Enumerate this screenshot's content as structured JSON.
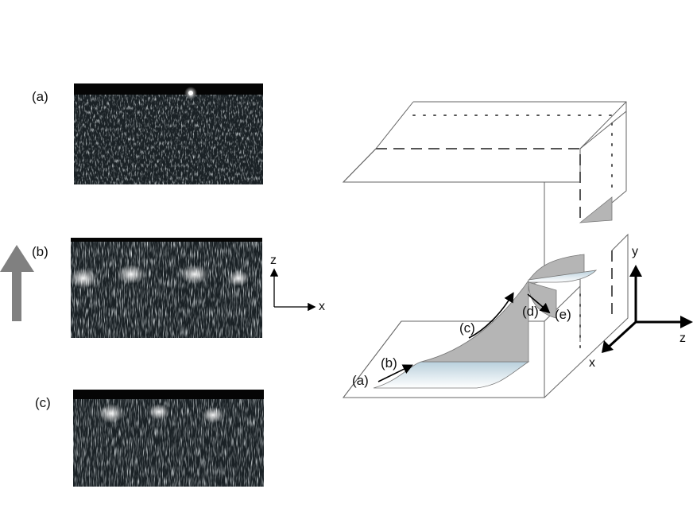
{
  "panels": [
    {
      "label": "(a)"
    },
    {
      "label": "(b)"
    },
    {
      "label": "(c)"
    }
  ],
  "small_axes": {
    "vertical": "z",
    "horizontal": "x"
  },
  "diagram": {
    "path_labels": [
      "(a)",
      "(b)",
      "(c)",
      "(d)",
      "(e)"
    ],
    "axes": {
      "y": "y",
      "z": "z",
      "x": "x"
    }
  },
  "colors": {
    "flow_arrow": "#808080",
    "surface": "#b5b5b5",
    "water_top": "#d8e6ee",
    "image_bg": "#1a2125"
  }
}
